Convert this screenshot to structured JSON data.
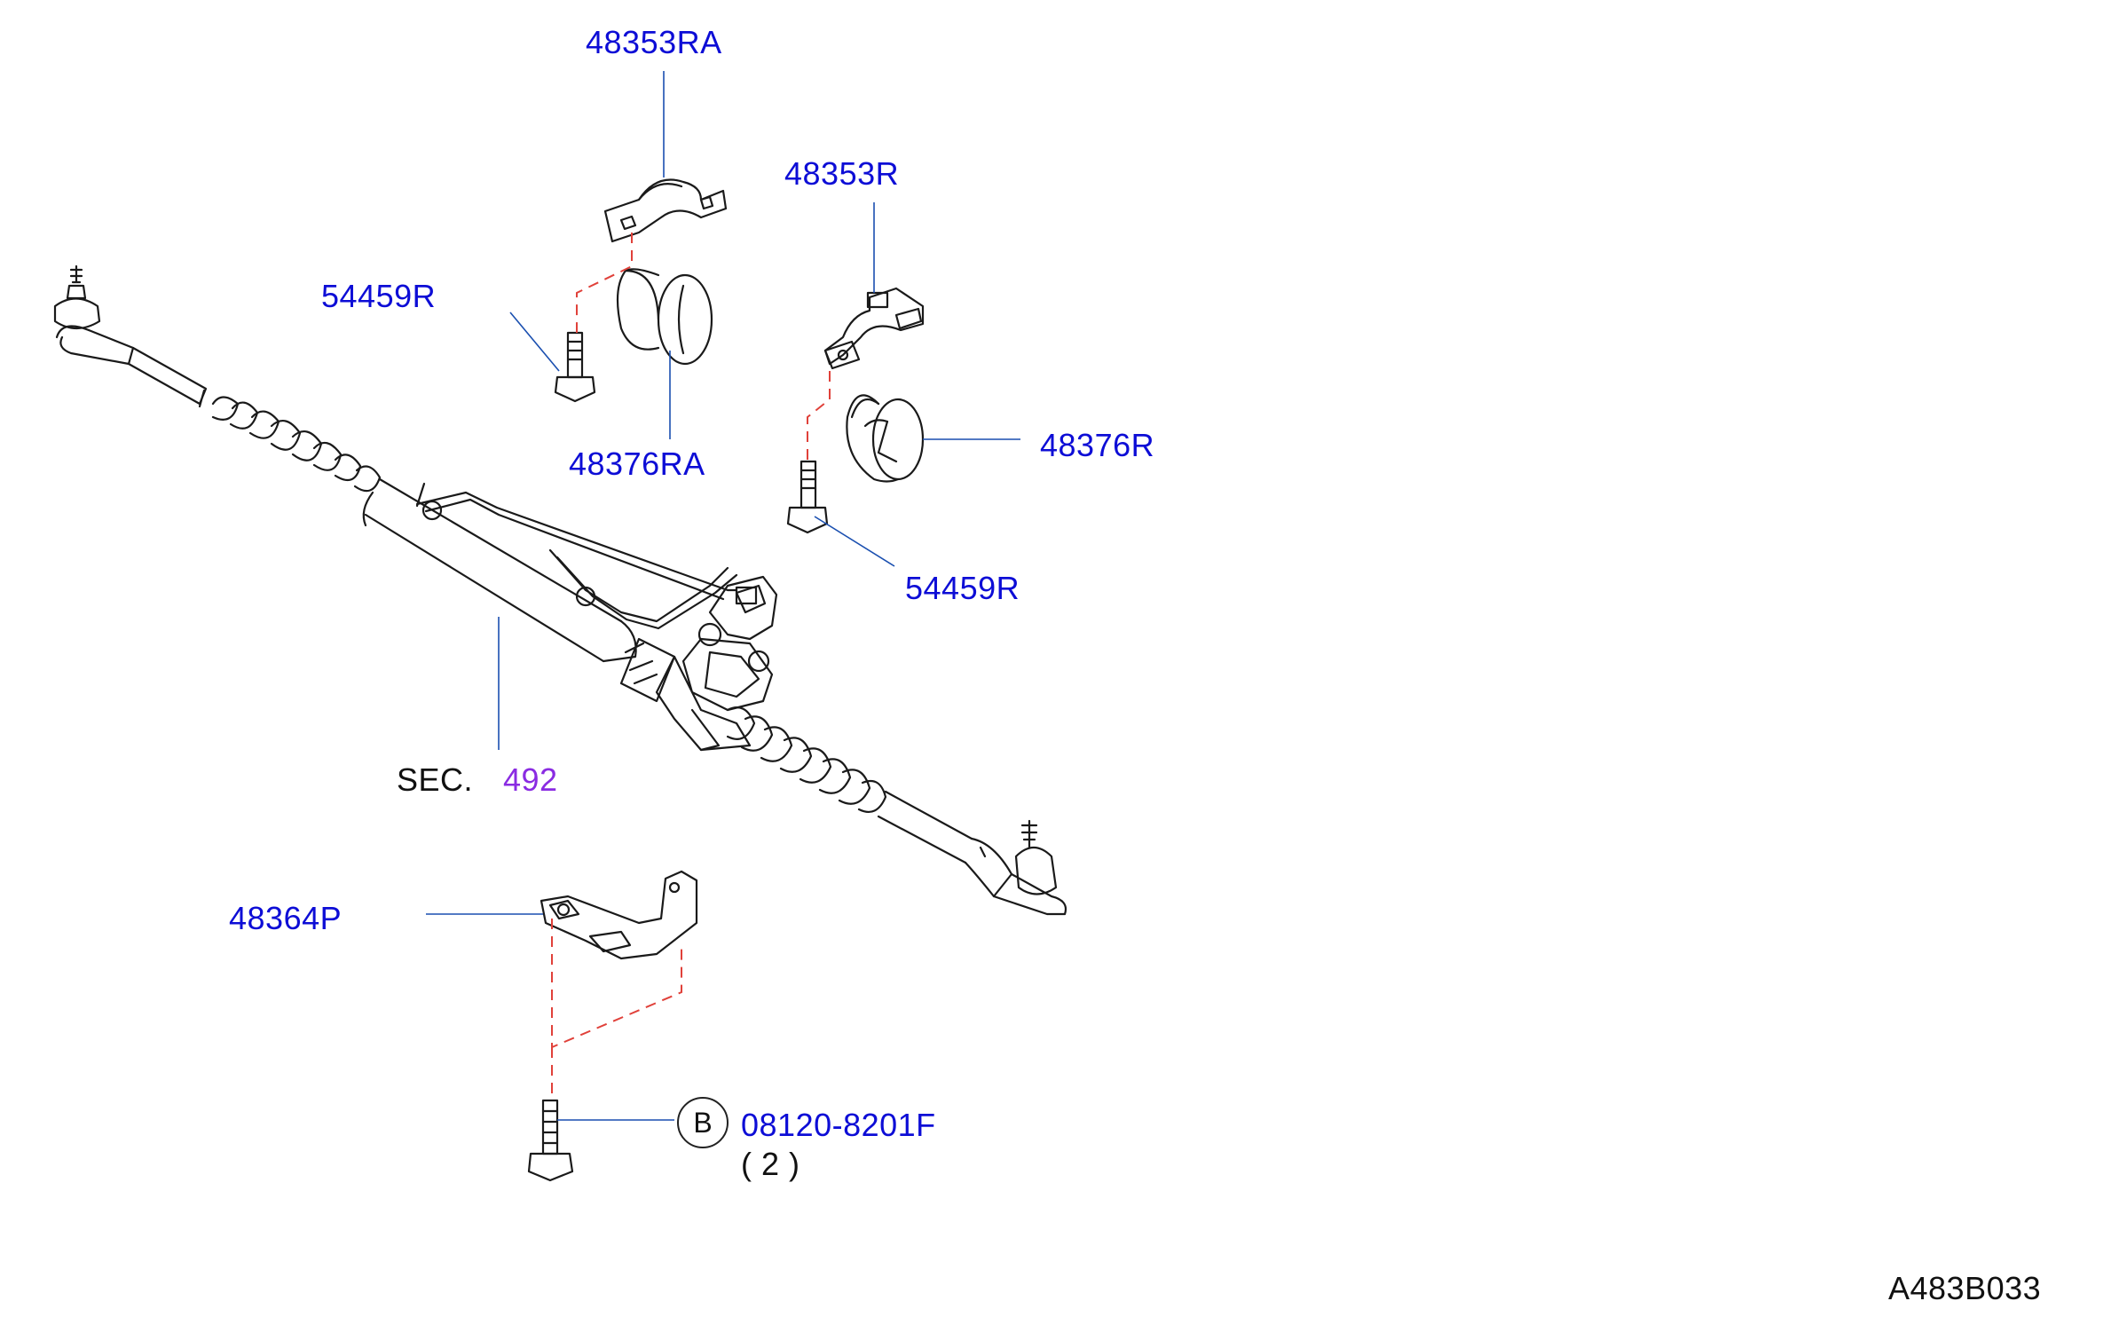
{
  "labels": {
    "p48353RA": "48353RA",
    "p48353R": "48353R",
    "p54459R_a": "54459R",
    "p48376RA": "48376RA",
    "p48376R": "48376R",
    "p54459R_b": "54459R",
    "sec_prefix": "SEC.",
    "sec_number": "492",
    "p48364P": "48364P",
    "bolt_marker": "B",
    "p08120": "08120-8201F",
    "qty": "( 2 )",
    "drawing_id": "A483B033"
  },
  "colors": {
    "part_label": "#0d0dd6",
    "section_ref": "#8a2be2",
    "leader": "#1a4fb0",
    "phantom": "#e0413a",
    "outline": "#1a1a1a"
  }
}
